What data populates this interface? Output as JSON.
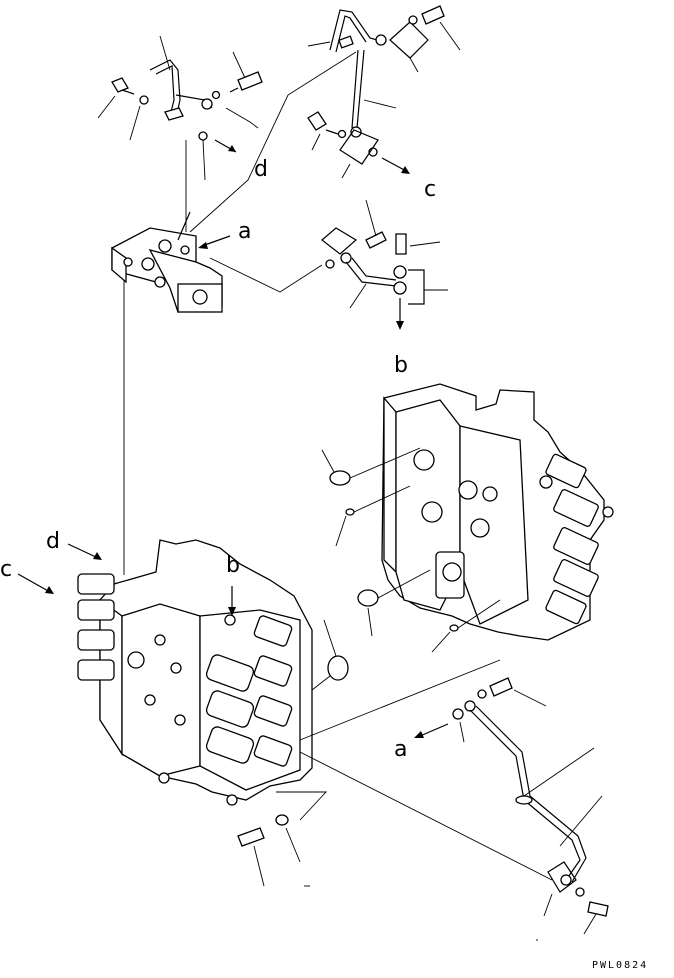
{
  "figure_code": "PWL0824",
  "labels": {
    "a_top": "a",
    "b_top": "b",
    "c_top": "c",
    "d_top": "d",
    "a_bottom": "a",
    "b_mid": "b",
    "c_mid": "c",
    "d_mid": "d"
  }
}
